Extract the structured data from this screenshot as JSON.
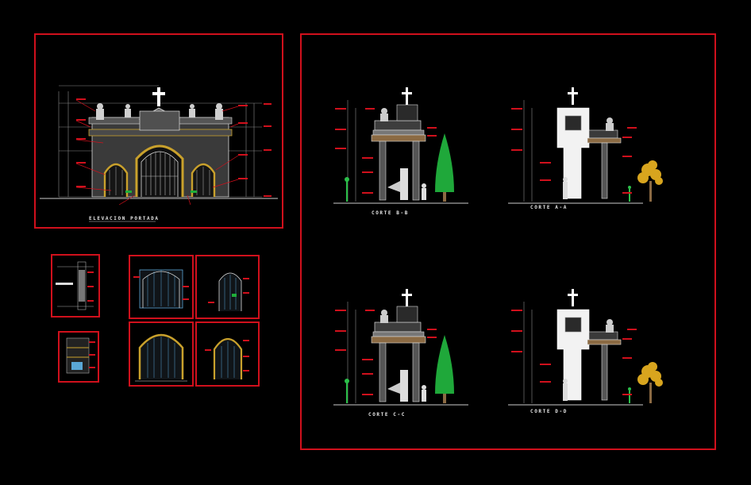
{
  "drawing": {
    "background": "#000000",
    "frame_color": "#d0101c",
    "labels": {
      "elevation": "ELEVACION PORTADA",
      "cut_b": "CORTE B-B",
      "cut_a": "CORTE A-A",
      "cut_c": "CORTE C-C",
      "cut_d": "CORTE D-D"
    }
  }
}
